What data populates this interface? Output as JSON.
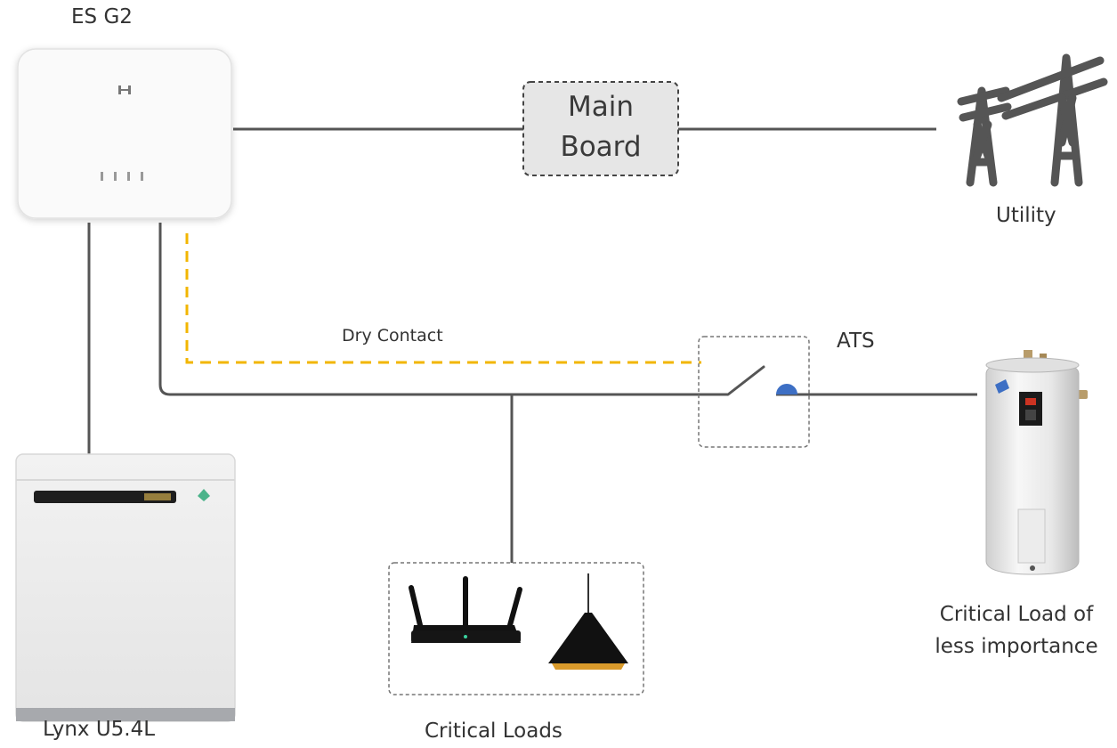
{
  "labels": {
    "inverter": "ES G2",
    "main_board": [
      "Main",
      "Board"
    ],
    "utility": "Utility",
    "dry_contact": "Dry Contact",
    "ats": "ATS",
    "battery": "Lynx U5.4L",
    "critical_loads": "Critical Loads",
    "critical_less": [
      "Critical Load of",
      "less importance"
    ]
  },
  "colors": {
    "line": "#555555",
    "dry_contact": "#f2b600",
    "box_fill": "#e6e6e6",
    "lamp_inner": "#d99a2b",
    "ats_dot": "#3d6fc4"
  },
  "icons": {
    "inverter": "inverter-unit-icon",
    "battery": "battery-unit-icon",
    "utility": "power-pylon-icon",
    "router": "wifi-router-icon",
    "lamp": "pendant-lamp-icon",
    "water_heater": "water-heater-icon"
  }
}
